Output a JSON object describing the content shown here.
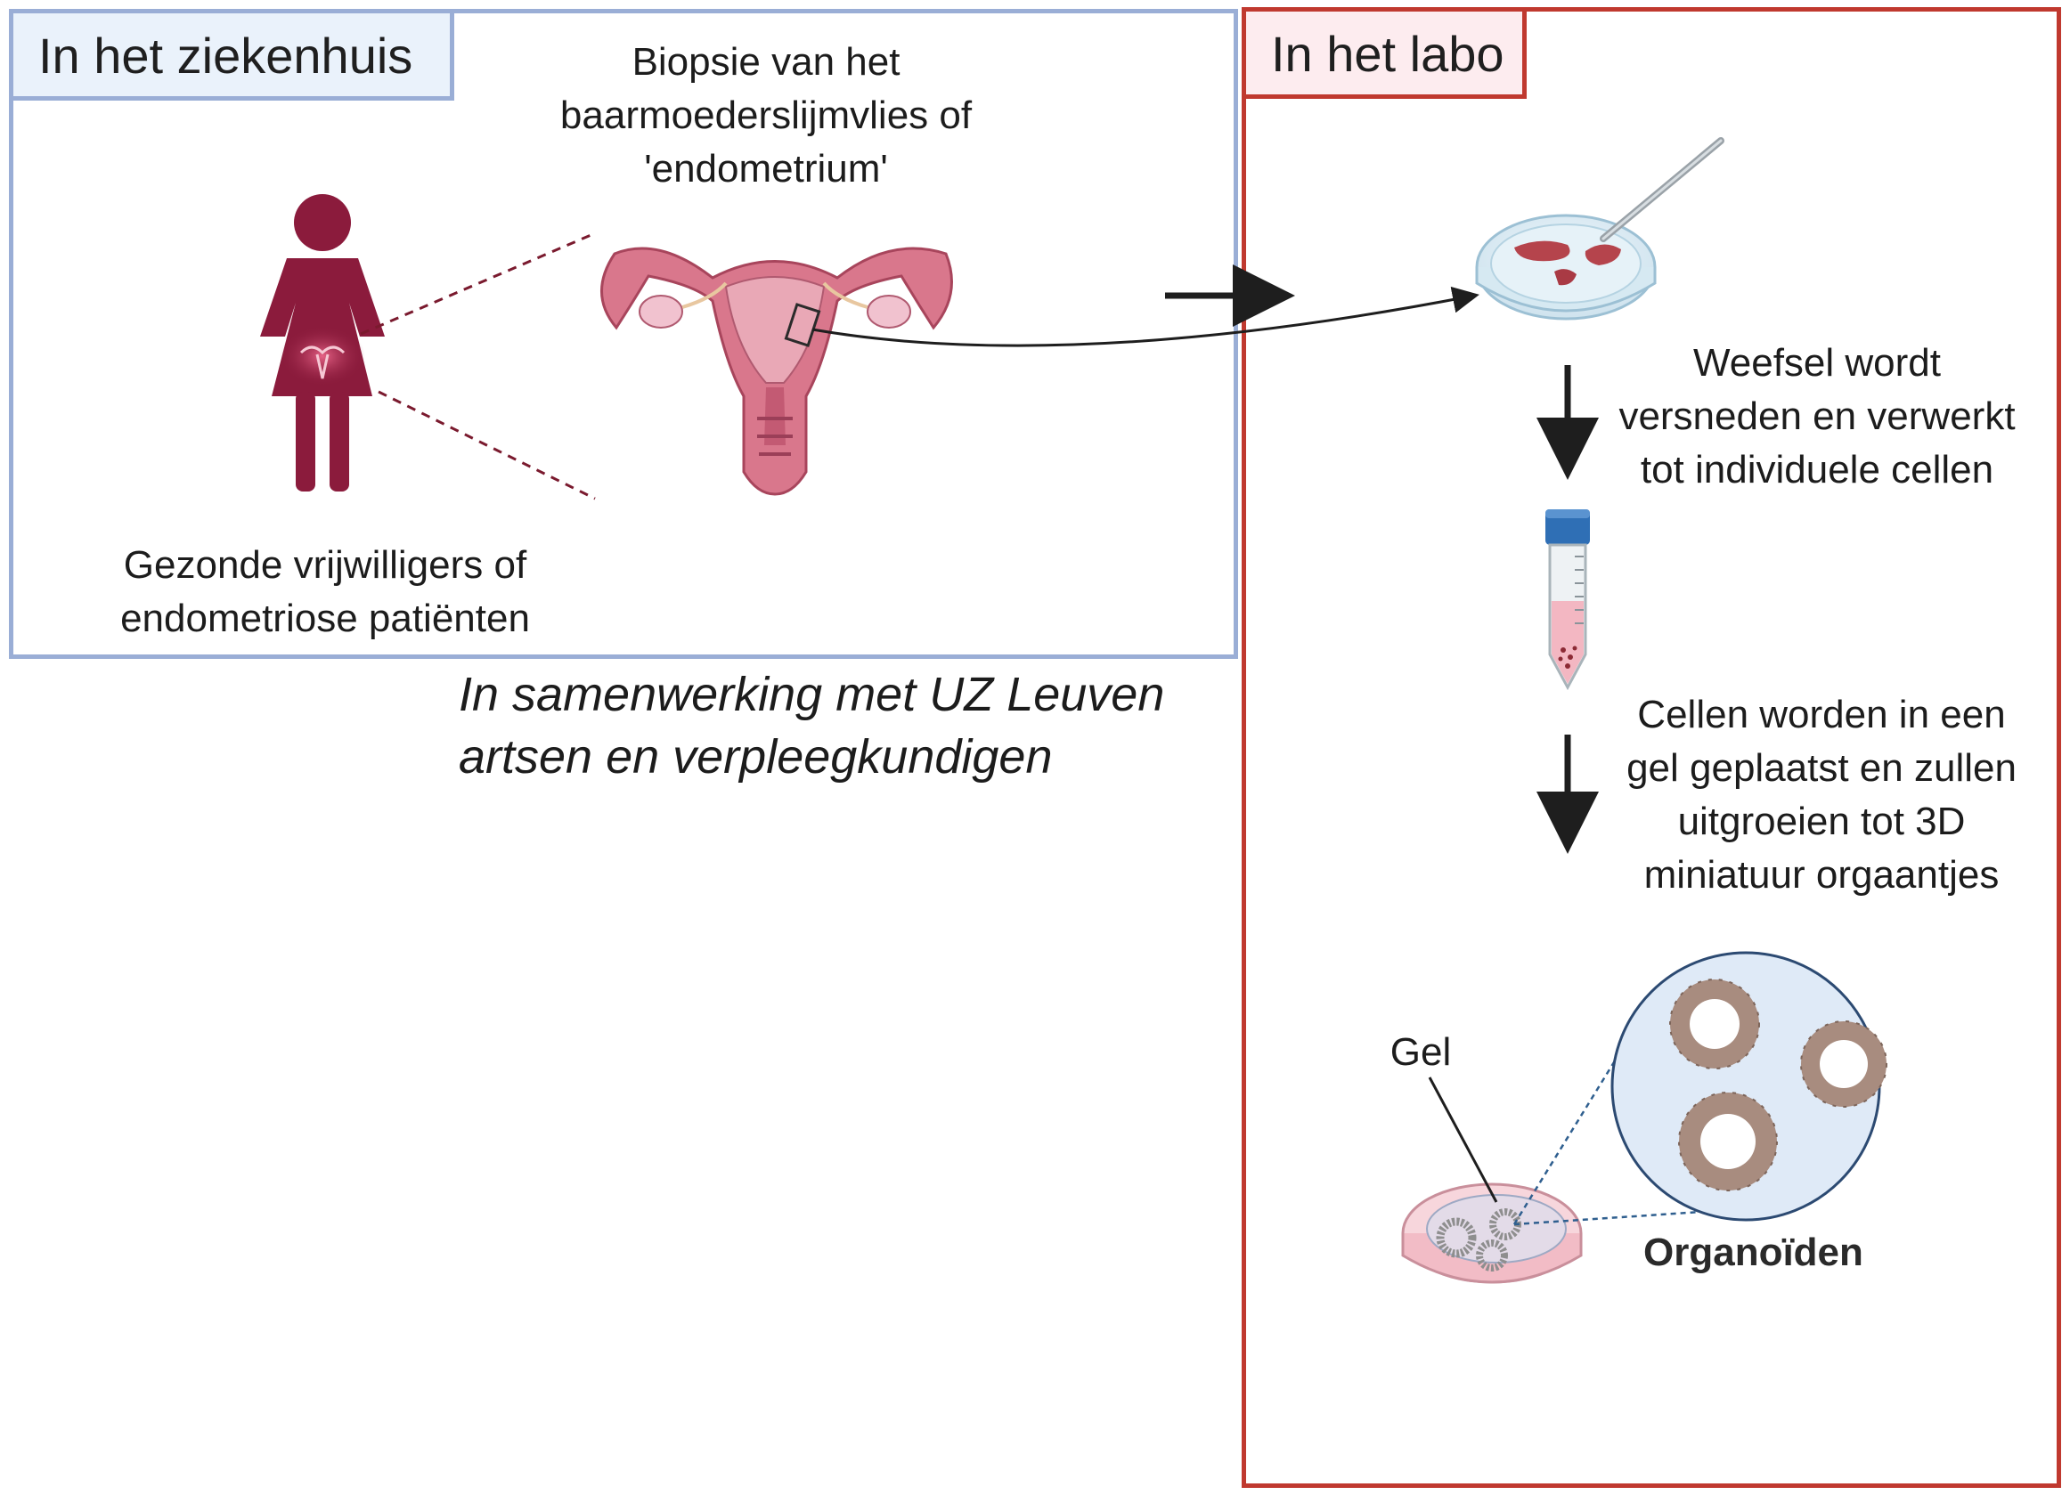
{
  "panels": {
    "hospital": {
      "title": "In het ziekenhuis",
      "border_color": "#9aaed6",
      "fill_color": "#eaf2fb"
    },
    "lab": {
      "title": "In het labo",
      "border_color": "#c0392f",
      "fill_color": "#fdecef"
    }
  },
  "captions": {
    "biopsy": [
      "Biopsie van het",
      "baarmoederslijmvlies of",
      "'endometrium'"
    ],
    "donors": [
      "Gezonde vrijwilligers of",
      "endometriose patiënten"
    ],
    "collaboration": [
      "In samenwerking met UZ Leuven",
      "artsen en verpleegkundigen"
    ],
    "tissue_processing": [
      "Weefsel wordt",
      "versneden en verwerkt",
      "tot individuele cellen"
    ],
    "cells_in_gel": [
      "Cellen worden in een",
      "gel geplaatst en zullen",
      "uitgroeien tot 3D",
      "miniatuur orgaantjes"
    ],
    "gel_label": "Gel",
    "organoids_label": "Organoïden"
  },
  "icons": [
    "woman-figure-icon",
    "uterus-icon",
    "petri-dish-with-scalpel-icon",
    "conical-tube-icon",
    "petri-dish-with-organoids-icon",
    "organoid-magnified-icon"
  ],
  "colors": {
    "figure": "#8b1b3c",
    "uterus": "#d9778c",
    "tissue": "#b5444c",
    "arrow": "#1e1e1e"
  }
}
